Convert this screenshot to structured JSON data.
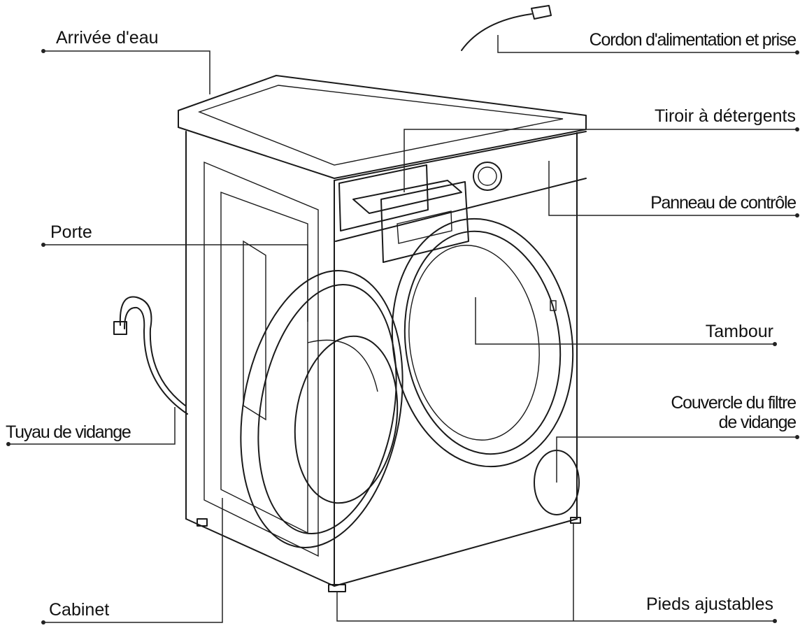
{
  "diagram": {
    "labels": {
      "water_inlet": "Arrivée d'eau",
      "power_cord": "Cordon d'alimentation et prise",
      "detergent_drawer": "Tiroir à détergents",
      "control_panel": "Panneau de contrôle",
      "door": "Porte",
      "drum": "Tambour",
      "drain_filter_cover_line1": "Couvercle du filtre",
      "drain_filter_cover_line2": "de vidange",
      "drain_hose": "Tuyau de vidange",
      "cabinet": "Cabinet",
      "adjustable_feet": "Pieds ajustables"
    },
    "colors": {
      "line": "#1a1a1a",
      "text": "#111111",
      "background": "#ffffff"
    }
  }
}
